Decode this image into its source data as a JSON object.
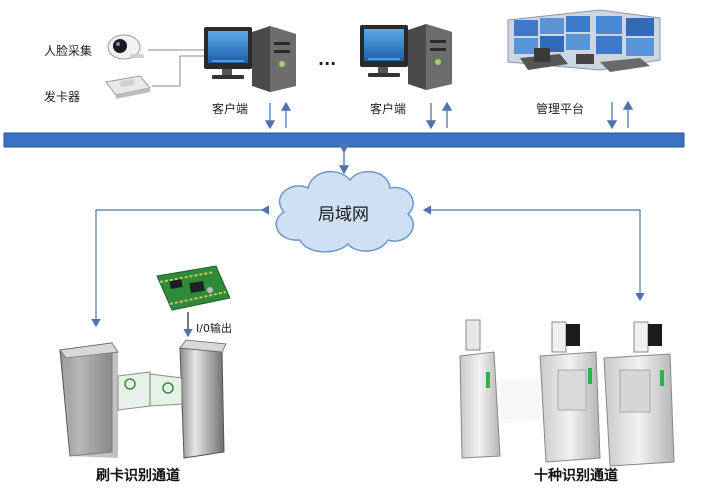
{
  "devices": {
    "face_capture_label": "人脸采集",
    "card_issuer_label": "发卡器",
    "client1_label": "客户端",
    "ellipsis": "...",
    "client2_label": "客户端",
    "mgmt_label": "管理平台"
  },
  "network": {
    "lan_label": "局域网"
  },
  "controller": {
    "io_label": "I/0输出"
  },
  "turnstiles": {
    "left_label": "刷卡识别通道",
    "right_label": "十种识别通道"
  },
  "colors": {
    "bus": "#3a72c4",
    "cloud_fill": "#cfe0f3",
    "cloud_stroke": "#6e97cf",
    "arrow": "#5a7fb5",
    "pcb": "#2f8a3a"
  }
}
